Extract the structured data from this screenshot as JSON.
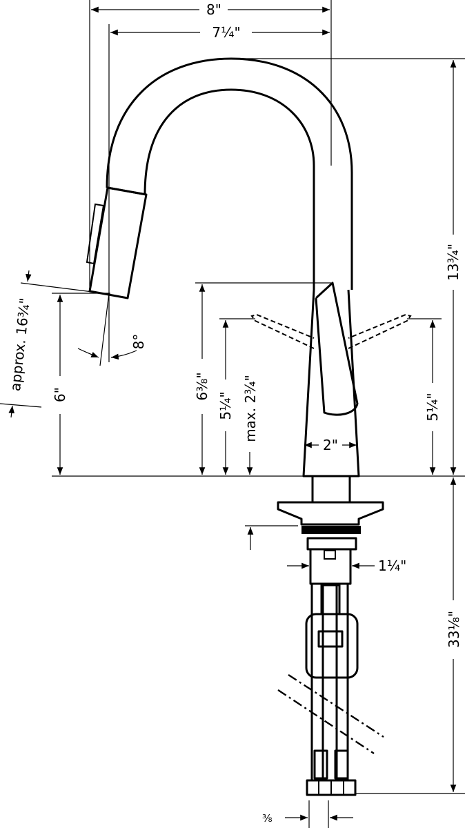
{
  "title": "Kitchen faucet with pull-down spray – dimension drawing",
  "dimensions": {
    "overall_width": "8\"",
    "spout_reach": "7¼\"",
    "overall_height": "13¾\"",
    "hose_length": "approx. 16¾\"",
    "spray_clearance": "6\"",
    "spray_angle": "8°",
    "spout_height": "6⅜\"",
    "handle_height_left": "5¼\"",
    "max_deck_thickness": "max. 2¾\"",
    "handle_height_right": "5¼\"",
    "body_width": "2\"",
    "shank_diameter": "1¼\"",
    "supply_length": "33⅛\"",
    "connection_size": "⅜"
  },
  "colors": {
    "line": "#000000",
    "background": "#ffffff"
  }
}
